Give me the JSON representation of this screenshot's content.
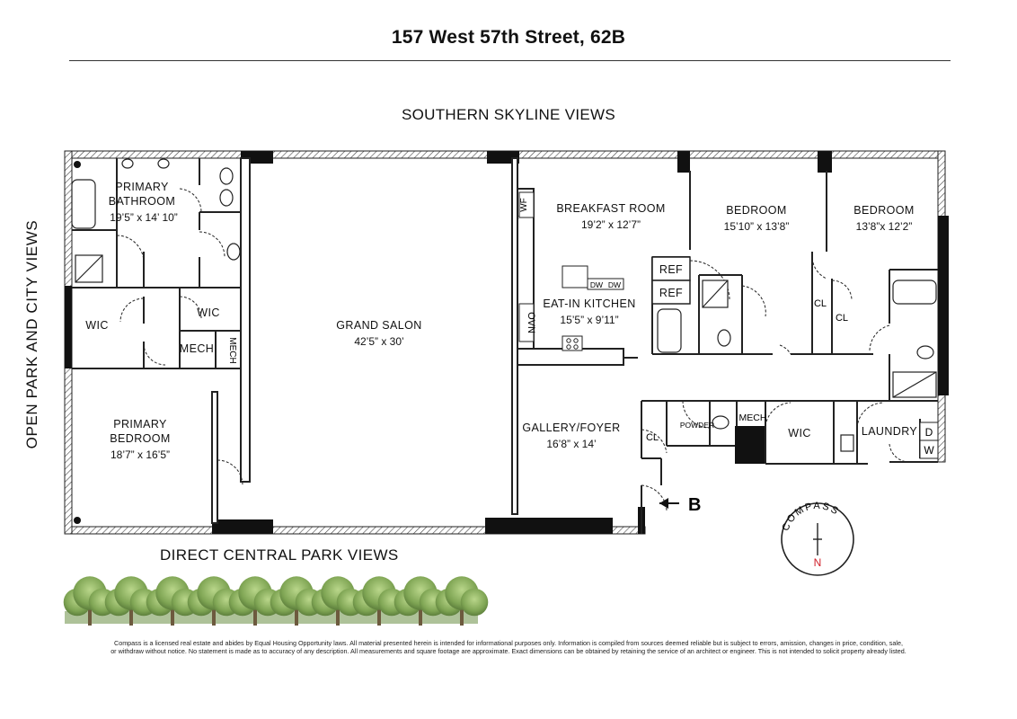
{
  "title": "157 West 57th Street, 62B",
  "views": {
    "top": "SOUTHERN SKYLINE VIEWS",
    "left": "OPEN PARK AND CITY VIEWS",
    "bottom": "DIRECT CENTRAL PARK VIEWS"
  },
  "rooms": {
    "primary_bathroom": {
      "name_line1": "PRIMARY",
      "name_line2": "BATHROOM",
      "dim": "19’5” x 14’ 10”"
    },
    "wic_left": {
      "name": "WIC"
    },
    "wic_mid": {
      "name": "WIC"
    },
    "mech_left": {
      "name": "MECH"
    },
    "mech_vertical": {
      "name": "MECH"
    },
    "primary_bedroom": {
      "name_line1": "PRIMARY",
      "name_line2": "BEDROOM",
      "dim": "18’7” x 16’5”"
    },
    "grand_salon": {
      "name": "GRAND SALON",
      "dim": "42’5” x 30’"
    },
    "breakfast_room": {
      "name": "BREAKFAST ROOM",
      "dim": "19’2” x 12’7”"
    },
    "eat_in_kitchen": {
      "name": "EAT-IN KITCHEN",
      "dim": "15’5” x 9’11”"
    },
    "bedroom_2": {
      "name": "BEDROOM",
      "dim": "15’10” x 13’8”"
    },
    "bedroom_3": {
      "name": "BEDROOM",
      "dim": "13’8”x 12’2”"
    },
    "gallery_foyer": {
      "name": "GALLERY/FOYER",
      "dim": "16’8” x 14’"
    },
    "cl_1": {
      "name": "CL"
    },
    "cl_2": {
      "name": "CL"
    },
    "cl_3": {
      "name": "CL"
    },
    "powder": {
      "name": "POWDER"
    },
    "mech_right": {
      "name": "MECH"
    },
    "wic_right": {
      "name": "WIC"
    },
    "laundry": {
      "name": "LAUNDRY"
    },
    "dryer": {
      "name": "D"
    },
    "washer": {
      "name": "W"
    }
  },
  "appliances": {
    "ref1": "REF",
    "ref2": "REF",
    "wf": "WF",
    "ovn": "OVN",
    "dw1": "DW",
    "dw2": "DW"
  },
  "entry_marker": "B",
  "compass": {
    "label": "COMPASS",
    "north": "N",
    "north_color": "#d0202a"
  },
  "disclaimer": {
    "line1": "Compass is a licensed real estate and abides by Equal Housing Opportunity laws. All material presented herein is intended for informational purposes only. Information is compiled from sources deemed reliable but is subject to errors, amission, changes in price, condition, sale,",
    "line2": "or withdraw without notice. No statement is made as to accuracy of any description. All measurements and square footage are approximate. Exact dimensions can be obtained by retaining the service of an architect or engineer. This is not intended to solicit property already listed."
  }
}
